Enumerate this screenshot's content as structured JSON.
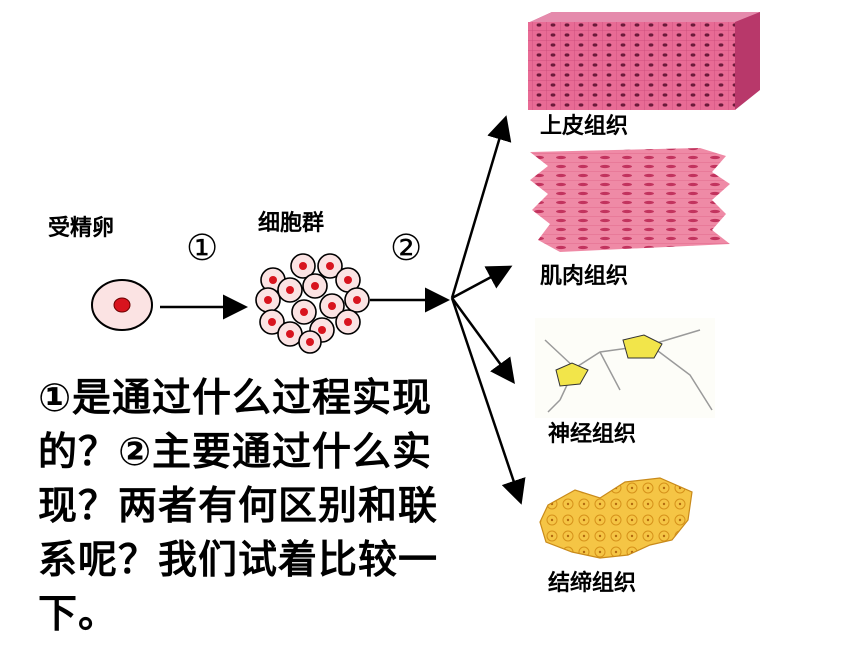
{
  "diagram": {
    "fertilized_egg_label": "受精卵",
    "step1_marker": "①",
    "cell_mass_label": "细胞群",
    "step2_marker": "②",
    "tissues": [
      {
        "label": "上皮组织",
        "icon": "epithelial-tissue-image"
      },
      {
        "label": "肌肉组织",
        "icon": "muscle-tissue-image"
      },
      {
        "label": "神经组织",
        "icon": "nervous-tissue-image"
      },
      {
        "label": "结缔组织",
        "icon": "connective-tissue-image"
      }
    ]
  },
  "question": "①是通过什么过程实现的？②主要通过什么实现？两者有何区别和联系呢？我们试着比较一下。",
  "colors": {
    "cell_fill": "#fbe3e3",
    "nucleus": "#d8141e",
    "epithelial": "#d6507a",
    "muscle": "#e0708e",
    "nerve": "#f2e54a",
    "connective": "#f0b42a"
  }
}
